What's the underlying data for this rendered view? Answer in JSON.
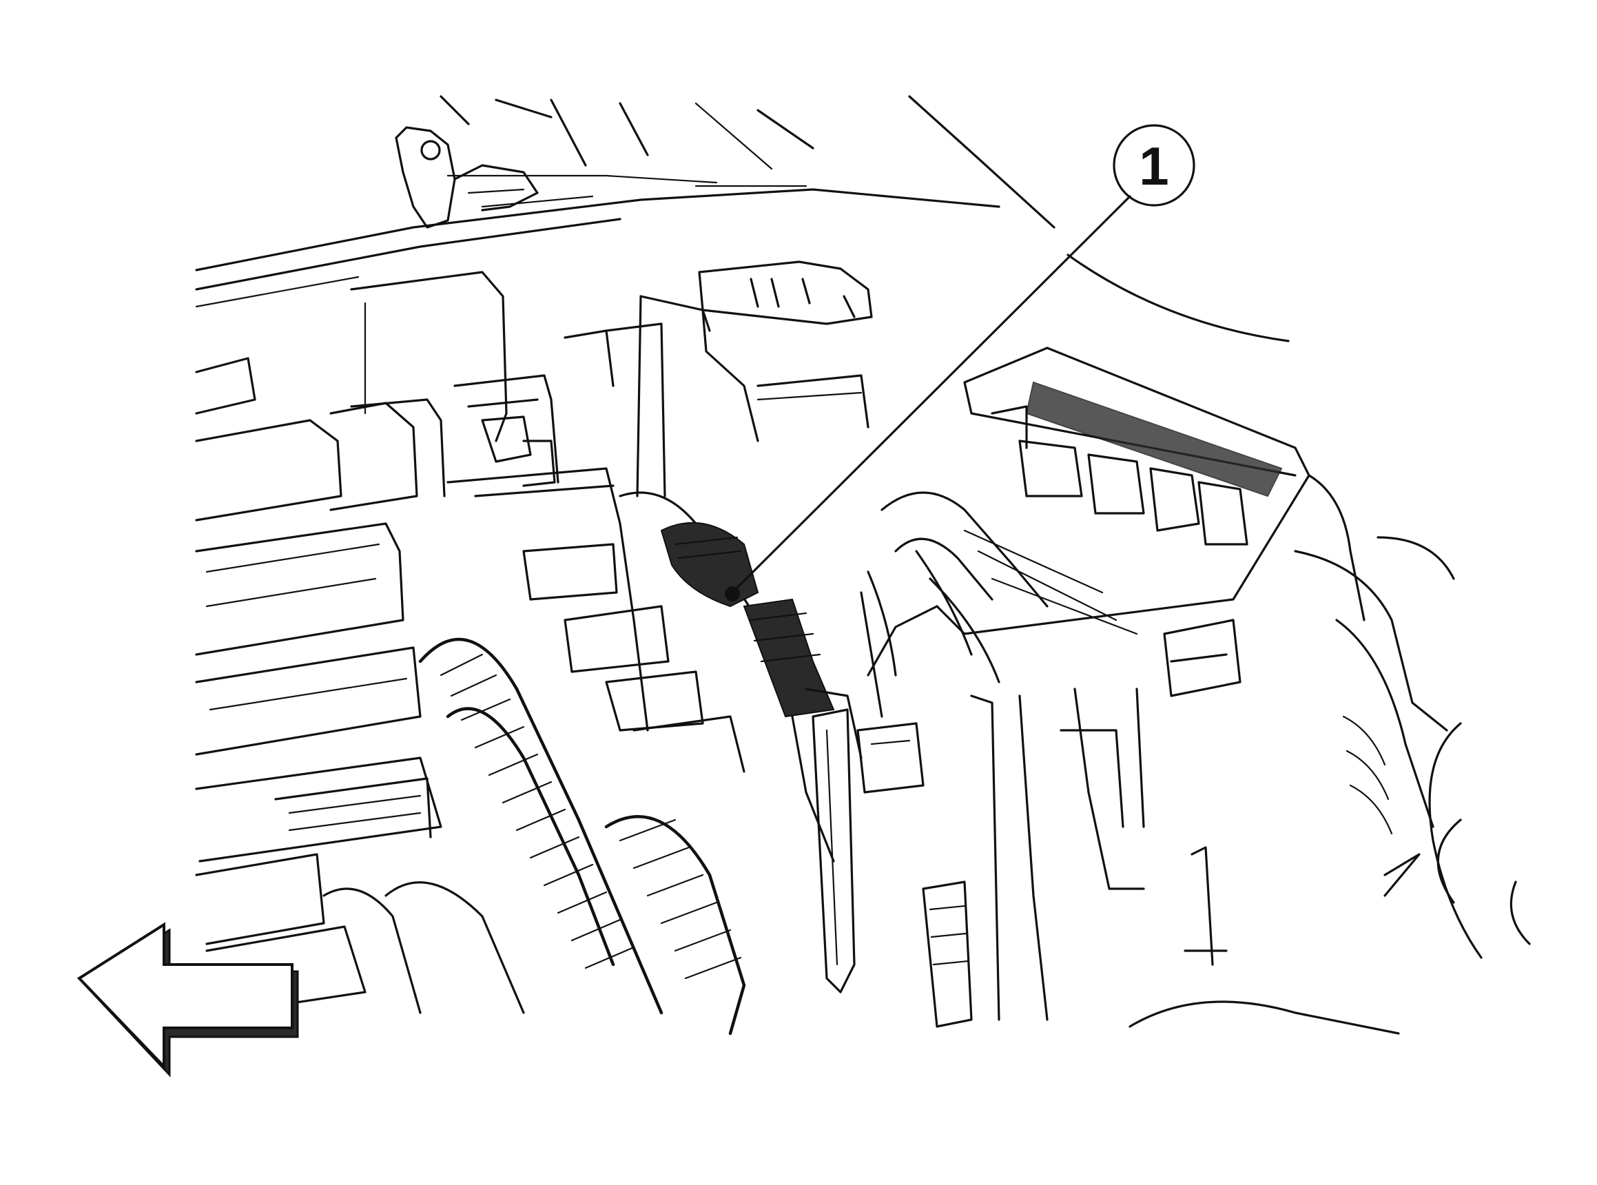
{
  "diagram": {
    "callouts": [
      {
        "label": "1",
        "target": "connector"
      }
    ],
    "orientation_arrow": {
      "direction": "left"
    },
    "colors": {
      "line": "#111111",
      "background": "#ffffff"
    }
  }
}
